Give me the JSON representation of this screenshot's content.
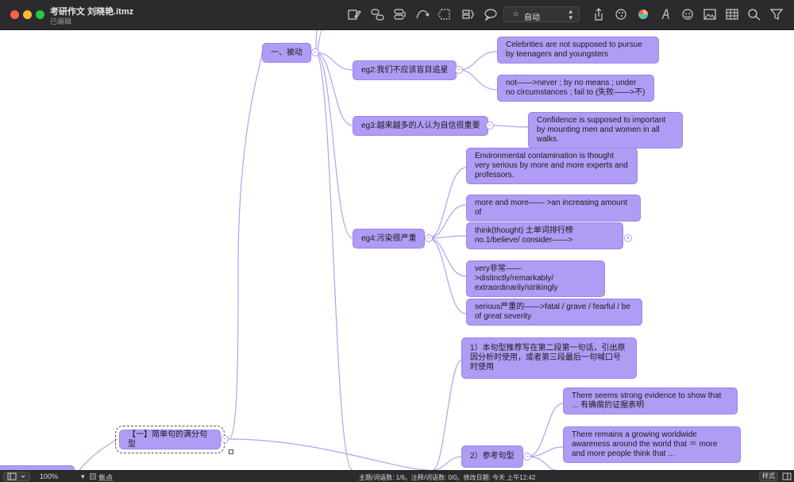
{
  "window": {
    "title": "考研作文 刘晓艳.itmz",
    "subtitle": "已编辑"
  },
  "toolbar": {
    "icons": [
      "sketch-icon",
      "topic-icon",
      "subtopic-icon",
      "relation-icon",
      "boundary-icon",
      "summary-icon",
      "callout-icon",
      "share-icon",
      "theme-icon",
      "color-icon",
      "font-icon",
      "emoji-icon",
      "image-icon",
      "table-icon",
      "search-icon",
      "filter-icon"
    ],
    "layout_select": "自动"
  },
  "mindmap": {
    "branch_1": "一、被动",
    "eg2": "eg2:我们不应该盲目追星",
    "eg2_a": "Celebrities are not supposed to pursue by teenagers and youngsters",
    "eg2_b": "not——>never ; by no means ; under no circumstances ; fail to (失败——>不)",
    "eg3": "eg3:越来越多的人认为自信很重要",
    "eg3_a": "Confidence is supposed to important by mounting men and women in all walks.",
    "eg4": "eg4:污染很严重",
    "eg4_a": "Environmental contamination is thought very serious by more and more experts and professors.",
    "eg4_b": "more and more—— >an increasing amount of",
    "eg4_c": "think(thought) 土单词排行榜no.1/believe/ consider——>",
    "eg4_d": "very非常——>distinctly/remarkably/ extraordinarily/strikingly",
    "eg4_e": "serious严重的——>fatal / grave / fearful / be of great severity",
    "section_1": "【一】简单句的满分句型",
    "note_1": "1）本句型推荐写在第二段第一句话，引出原因分析时使用，或者第三段最后一句喊口号时使用",
    "ref_2": "2）参考句型",
    "ref_2_a": "There seems strong evidence to show that ... 有确凿的证据表明",
    "ref_2_b": "There remains a growing worldwide awareness around the world that ＝ more and more people think that ..."
  },
  "statusbar": {
    "zoom": "100%",
    "focus": "焦点",
    "info": "主题/词语数: 1/6。注释/词语数: 0/0。修改日期: 今天 上午12:42",
    "style_btn": "样式"
  },
  "colors": {
    "node_fill": "#b09cf4",
    "line": "#b3a1f2",
    "chrome": "#2b2b2d"
  }
}
